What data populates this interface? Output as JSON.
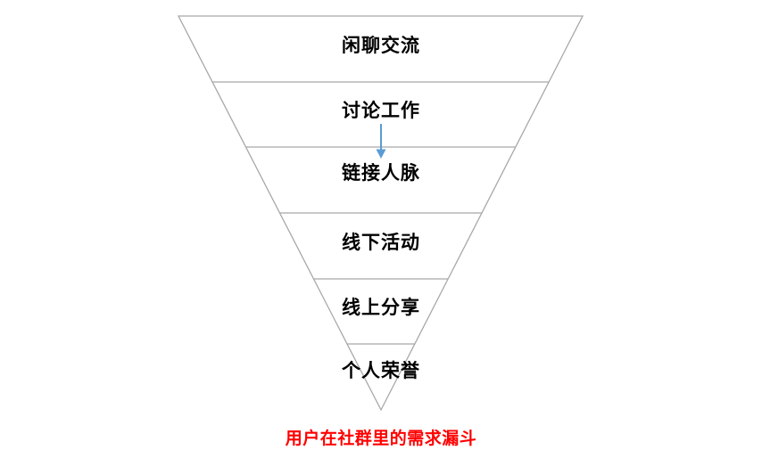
{
  "diagram": {
    "type": "inverted-funnel",
    "caption": "用户在社群里的需求漏斗",
    "levels": [
      {
        "label": "闲聊交流"
      },
      {
        "label": "讨论工作"
      },
      {
        "label": "链接人脉"
      },
      {
        "label": "线下活动"
      },
      {
        "label": "线上分享"
      },
      {
        "label": "个人荣誉"
      }
    ],
    "arrow": {
      "from": "讨论工作",
      "to": "链接人脉",
      "direction": "down",
      "color": "#5B9BD5"
    },
    "colors": {
      "outline": "#A8A8A8",
      "label": "#000000",
      "caption": "#FF0000",
      "background": "#FFFFFF"
    }
  }
}
